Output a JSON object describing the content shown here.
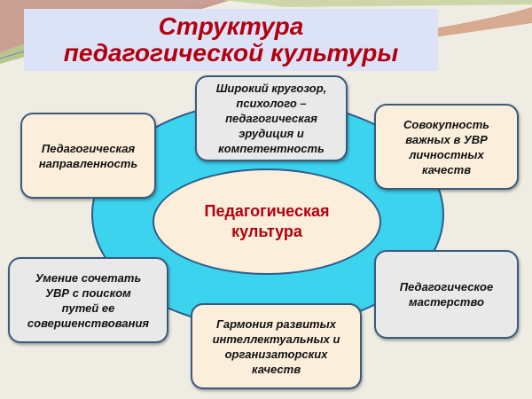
{
  "title": {
    "line1": "Структура",
    "line2": "педагогической культуры",
    "color": "#b30010"
  },
  "center": {
    "line1": "Педагогическая",
    "line2": "культура"
  },
  "components": [
    {
      "id": "top",
      "lines": [
        "Широкий кругозор,",
        "психолого –",
        "педагогическая",
        "эрудиция и",
        "компетентность"
      ]
    },
    {
      "id": "top-left",
      "lines": [
        "Педагогическая",
        "направленность"
      ]
    },
    {
      "id": "top-right",
      "lines": [
        "Совокупность",
        "важных в УВР",
        "личностных",
        "качеств"
      ]
    },
    {
      "id": "bottom-left",
      "lines": [
        "Умение сочетать",
        "УВР с  поиском",
        "путей ее",
        "совершенствования"
      ]
    },
    {
      "id": "bottom-right",
      "lines": [
        "Педагогическое",
        "мастерство"
      ]
    },
    {
      "id": "bottom",
      "lines": [
        "Гармония развитых",
        "интеллектуальных и",
        "организаторских",
        "качеств"
      ]
    }
  ],
  "colors": {
    "ring": "#3bd3ee",
    "box_beige": "#fbeedb",
    "box_grey": "#e9e9e9",
    "border": "#3a5a7e",
    "title_bg": "#dce3f7"
  }
}
